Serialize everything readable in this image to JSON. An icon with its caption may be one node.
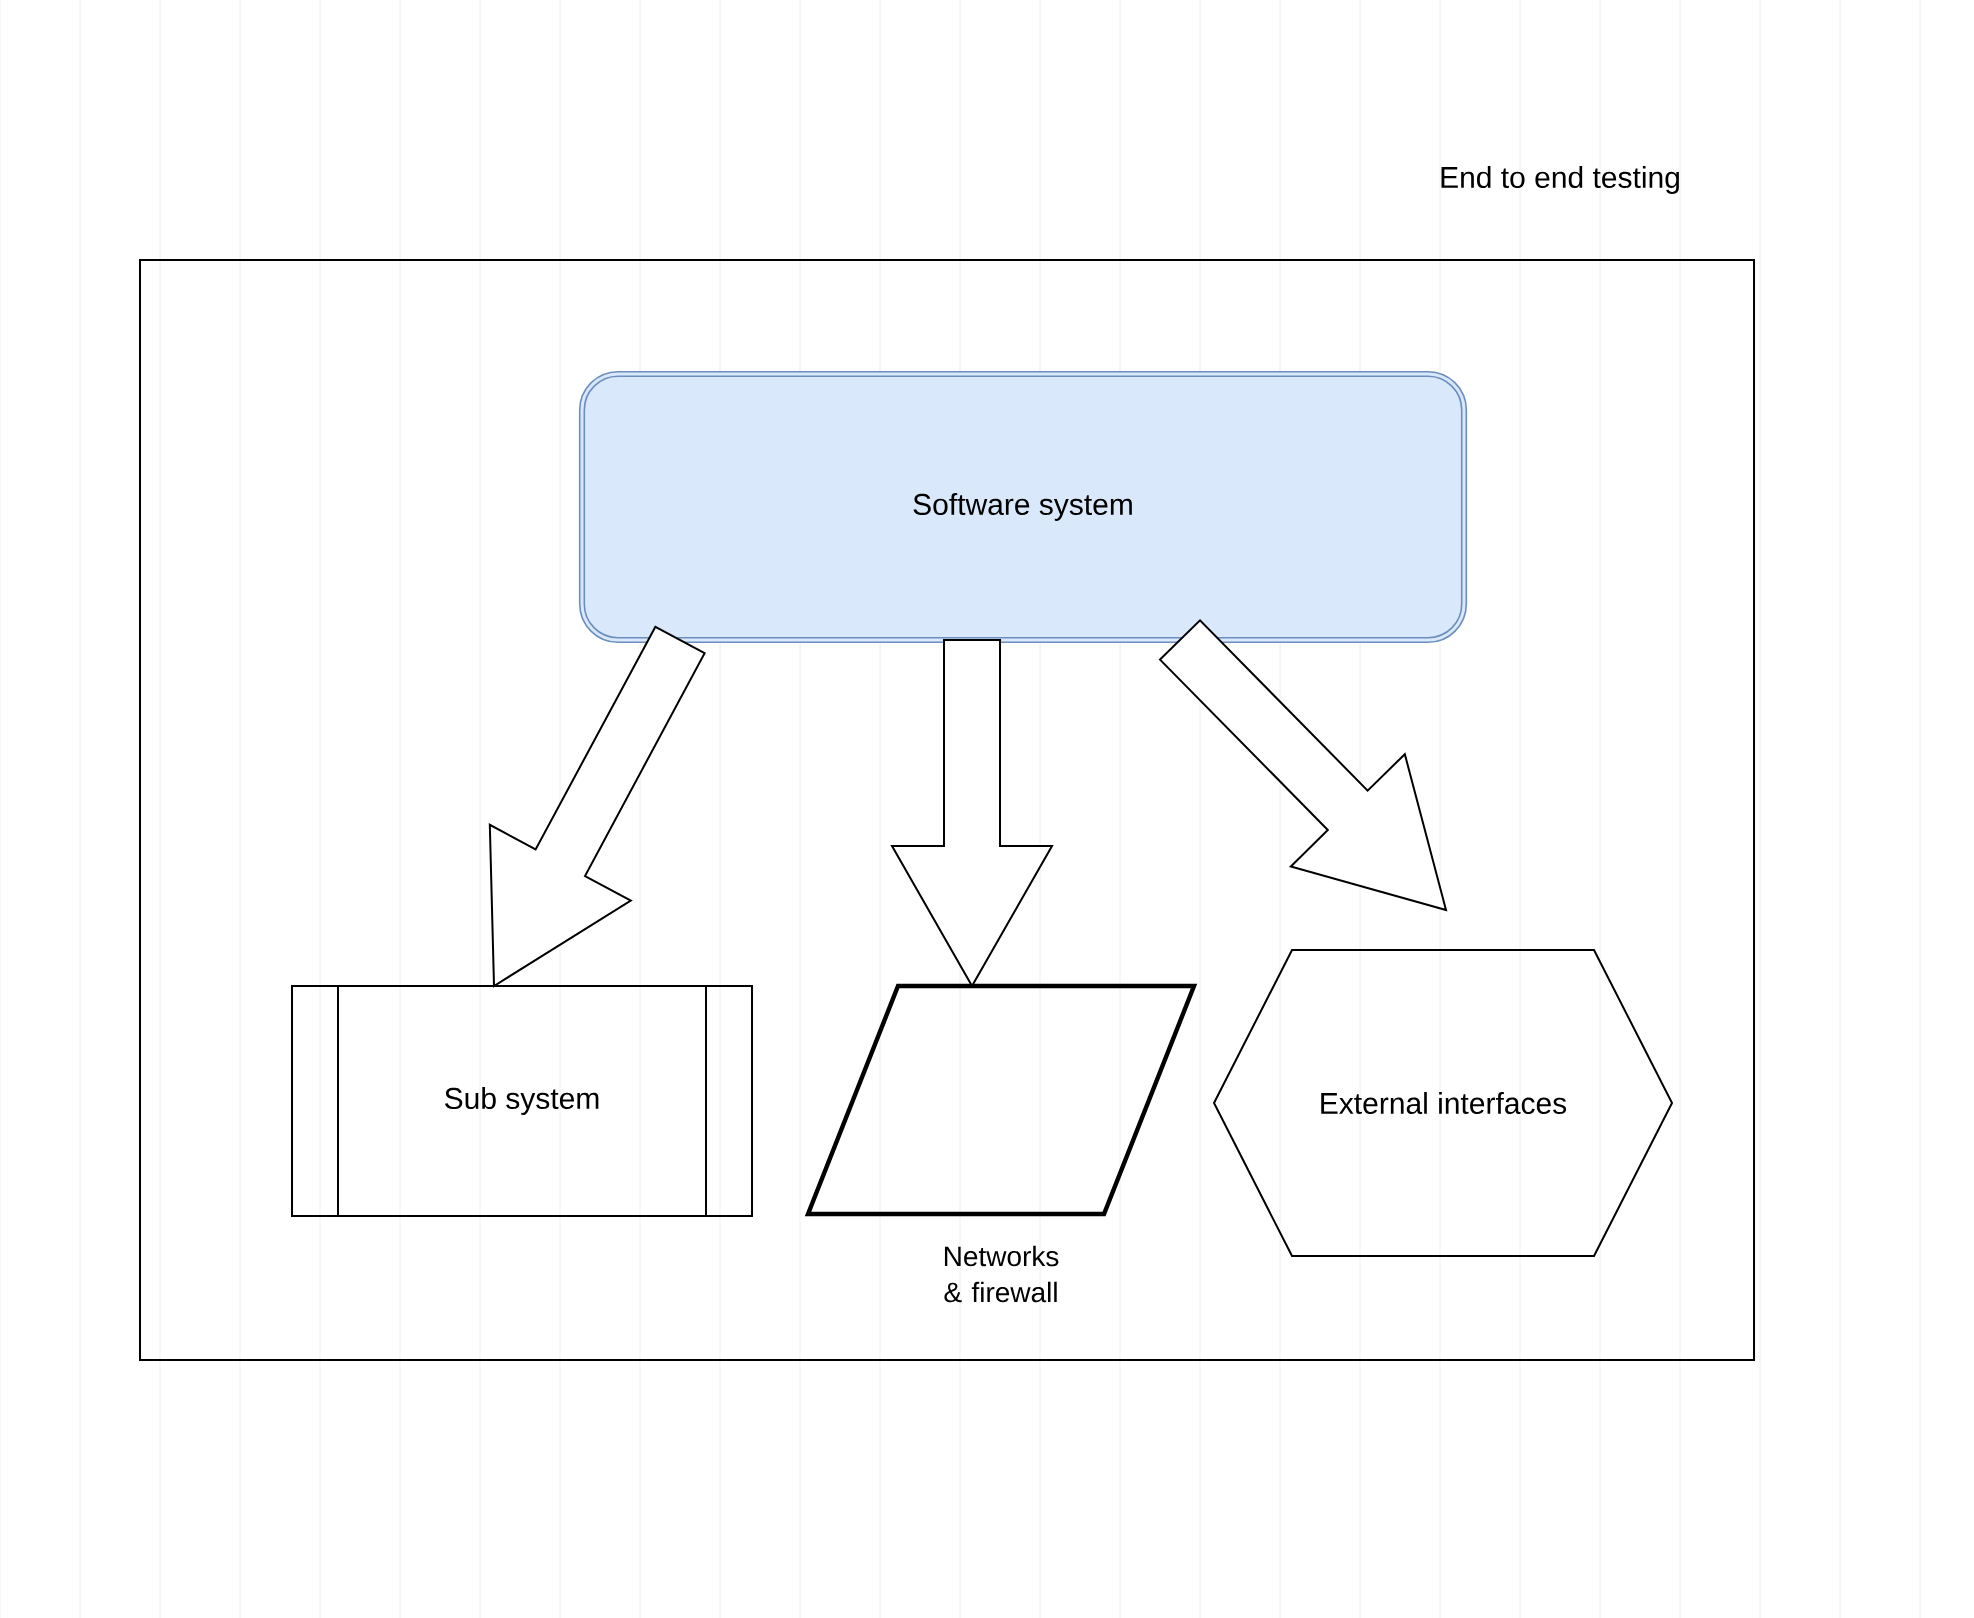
{
  "diagram": {
    "nodes": [
      {
        "text": [
          "End to end testing"
        ]
      },
      {
        "text": [
          "Software system"
        ],
        "in": 0
      },
      {
        "text": [
          "Sub system"
        ],
        "in": 0
      },
      {
        "text": [],
        "shape": "parallelogram",
        "beside": [
          "Networks & firewall"
        ],
        "in": 0
      },
      {
        "text": [
          "External interfaces"
        ],
        "in": 0
      }
    ],
    "edges": [
      {
        "from": 1,
        "to": 2,
        "arrow": "to"
      },
      {
        "from": 1,
        "to": 3,
        "arrow": "to"
      },
      {
        "from": 1,
        "to": 4,
        "arrow": "to"
      }
    ]
  }
}
